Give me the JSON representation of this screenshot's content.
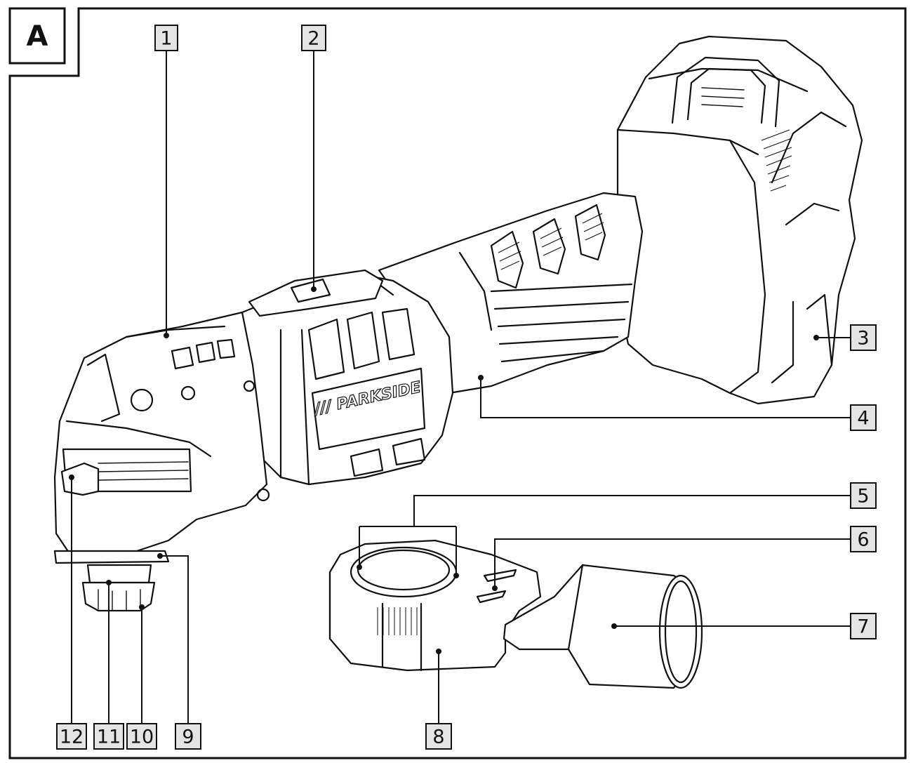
{
  "figure": {
    "letter": "A"
  },
  "brand": {
    "logo_text": "/// PARKSIDE"
  },
  "callouts": [
    {
      "id": "c1",
      "label": "1"
    },
    {
      "id": "c2",
      "label": "2"
    },
    {
      "id": "c3",
      "label": "3"
    },
    {
      "id": "c4",
      "label": "4"
    },
    {
      "id": "c5",
      "label": "5"
    },
    {
      "id": "c6",
      "label": "6"
    },
    {
      "id": "c7",
      "label": "7"
    },
    {
      "id": "c8",
      "label": "8"
    },
    {
      "id": "c9",
      "label": "9"
    },
    {
      "id": "c10",
      "label": "10"
    },
    {
      "id": "c11",
      "label": "11"
    },
    {
      "id": "c12",
      "label": "12"
    }
  ]
}
